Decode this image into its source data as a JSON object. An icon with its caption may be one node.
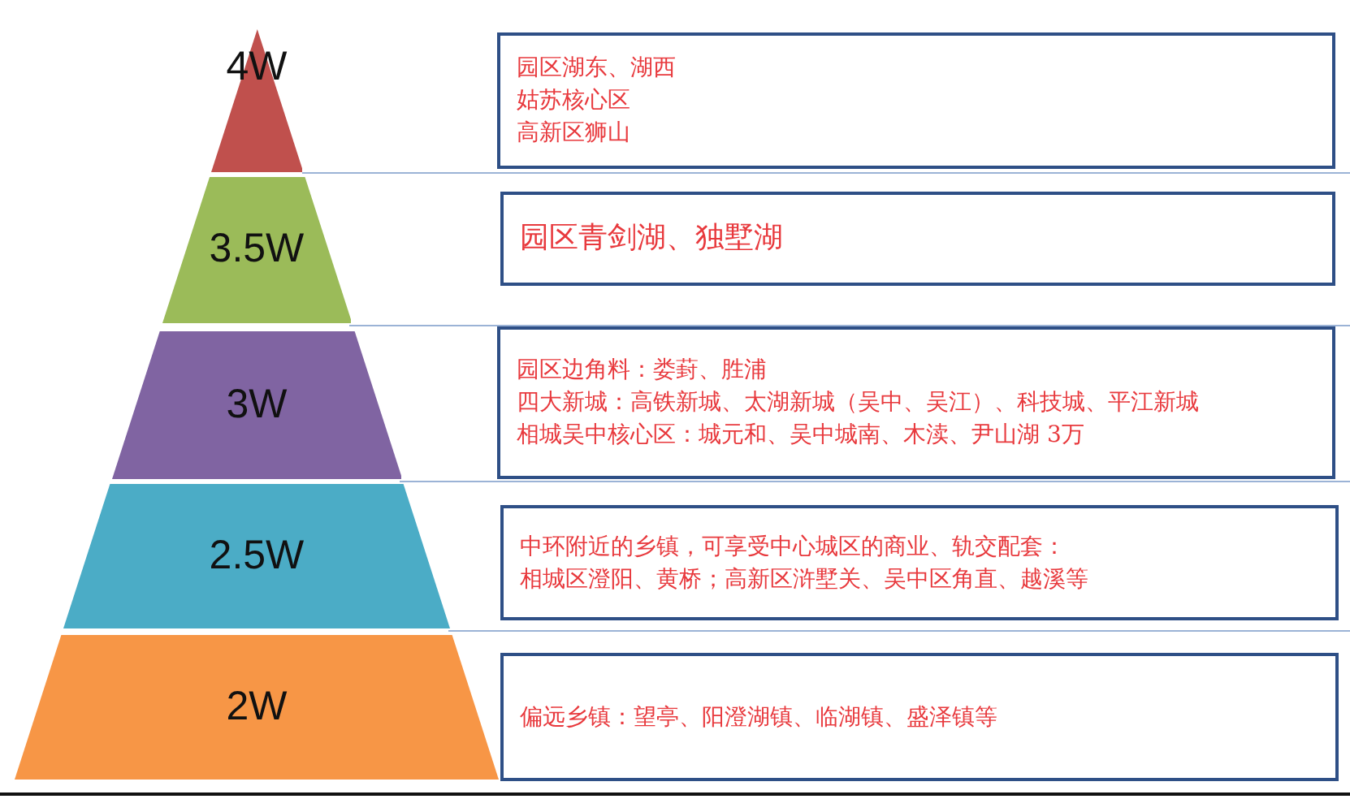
{
  "diagram": {
    "nodes": [
      {
        "text": [
          "4W"
        ]
      },
      {
        "text": [
          "园区湖东、湖西",
          "姑苏核心区",
          "高新区狮山"
        ]
      },
      {
        "text": [
          "3.5W"
        ]
      },
      {
        "text": [
          "园区青剑湖、独墅湖"
        ]
      },
      {
        "text": [
          "3W"
        ]
      },
      {
        "text": [
          "园区边角料：娄葑、胜浦",
          "四大新城：高铁新城、太湖新城（吴中、吴江）、科技城、平江新城",
          "相城吴中核心区：城元和、吴中城南、木渎、尹山湖 3万"
        ]
      },
      {
        "text": [
          "2.5W"
        ]
      },
      {
        "text": [
          "中环附近的乡镇，可享受中心城区的商业、轨交配套：",
          "相城区澄阳、黄桥；高新区浒墅关、吴中区角直、越溪等"
        ]
      },
      {
        "text": [
          "2W"
        ]
      },
      {
        "text": [
          "偏远乡镇：望亭、阳澄湖镇、临湖镇、盛泽镇等"
        ]
      }
    ]
  }
}
